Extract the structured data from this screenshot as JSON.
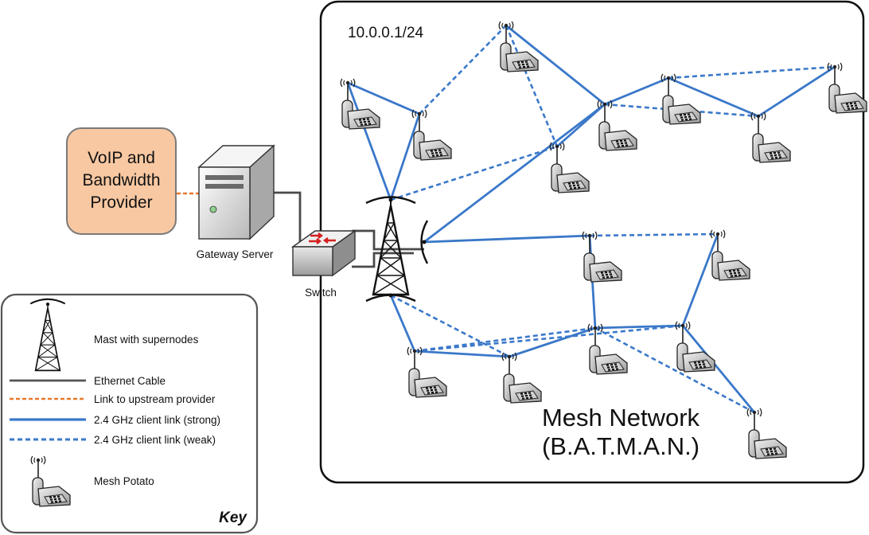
{
  "mesh": {
    "subnet": "10.0.0.1/24",
    "title_line1": "Mesh Network",
    "title_line2": "(B.A.T.M.A.N.)"
  },
  "provider": {
    "label_line1": "VoIP and",
    "label_line2": "Bandwidth",
    "label_line3": "Provider"
  },
  "gateway": {
    "label": "Gateway Server"
  },
  "switch": {
    "label": "Switch"
  },
  "key": {
    "title": "Key",
    "mast": "Mast with supernodes",
    "ethernet": "Ethernet Cable",
    "upstream": "Link to upstream provider",
    "strong": "2.4 GHz client link (strong)",
    "weak": "2.4 GHz client link (weak)",
    "potato": "Mesh Potato"
  },
  "colors": {
    "strong_link": "#3a78c9",
    "weak_link": "#3a78c9",
    "ethernet": "#555555",
    "upstream": "#e8782a",
    "provider_fill": "#f8c8a2",
    "provider_stroke": "#7a7a7a"
  },
  "icons": {
    "mast": "radio-mast-icon",
    "potato": "mesh-potato-phone-icon",
    "server": "server-tower-icon",
    "switch": "network-switch-icon"
  }
}
